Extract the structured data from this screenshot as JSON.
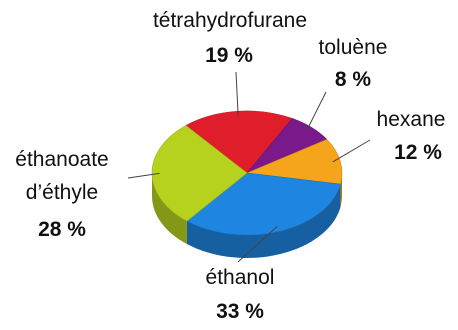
{
  "chart_data": {
    "type": "pie",
    "style": "3d",
    "title": "",
    "slices": [
      {
        "label": "tétrahydrofurane",
        "value": 19,
        "display": "19 %",
        "color": "#e01e2b"
      },
      {
        "label": "toluène",
        "value": 8,
        "display": "8 %",
        "color": "#7a1a8a"
      },
      {
        "label": "hexane",
        "value": 12,
        "display": "12 %",
        "color": "#f4a51c"
      },
      {
        "label": "éthanol",
        "value": 33,
        "display": "33 %",
        "color": "#1e86e0"
      },
      {
        "label": "éthanoate d’éthyle",
        "label_lines": [
          "éthanoate",
          "d’éthyle"
        ],
        "value": 28,
        "display": "28 %",
        "color": "#b7d21e"
      }
    ]
  }
}
